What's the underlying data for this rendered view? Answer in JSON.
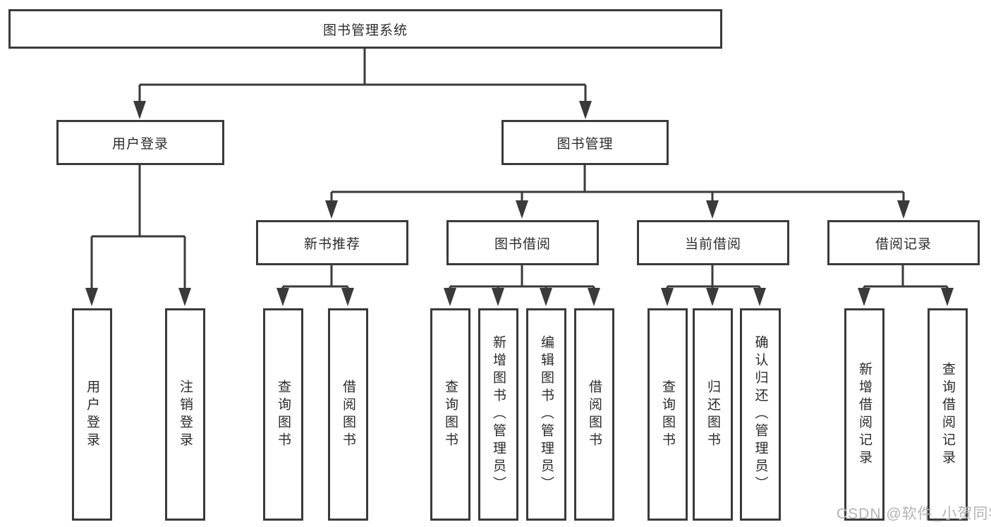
{
  "diagram": {
    "type": "hierarchy-tree",
    "colors": {
      "line": "#3a3a3a",
      "box_border": "#3a3a3a",
      "box_fill": "#ffffff",
      "text": "#2b2b2b",
      "watermark": "#b3b3b3",
      "background": "#ffffff"
    },
    "tree": {
      "root": "图书管理系统",
      "branches": [
        {
          "label": "用户登录",
          "leaves": [
            "用户登录",
            "注销登录"
          ]
        },
        {
          "label": "图书管理",
          "sections": [
            {
              "label": "新书推荐",
              "leaves": [
                "查询图书",
                "借阅图书"
              ]
            },
            {
              "label": "图书借阅",
              "leaves": [
                "查询图书",
                "新增图书（管理员）",
                "编辑图书（管理员）",
                "借阅图书"
              ]
            },
            {
              "label": "当前借阅",
              "leaves": [
                "查询图书",
                "归还图书",
                "确认归还（管理员）"
              ]
            },
            {
              "label": "借阅记录",
              "leaves": [
                "新增借阅记录",
                "查询借阅记录"
              ]
            }
          ]
        }
      ]
    },
    "watermark": "CSDN @软件_小贺同学"
  }
}
